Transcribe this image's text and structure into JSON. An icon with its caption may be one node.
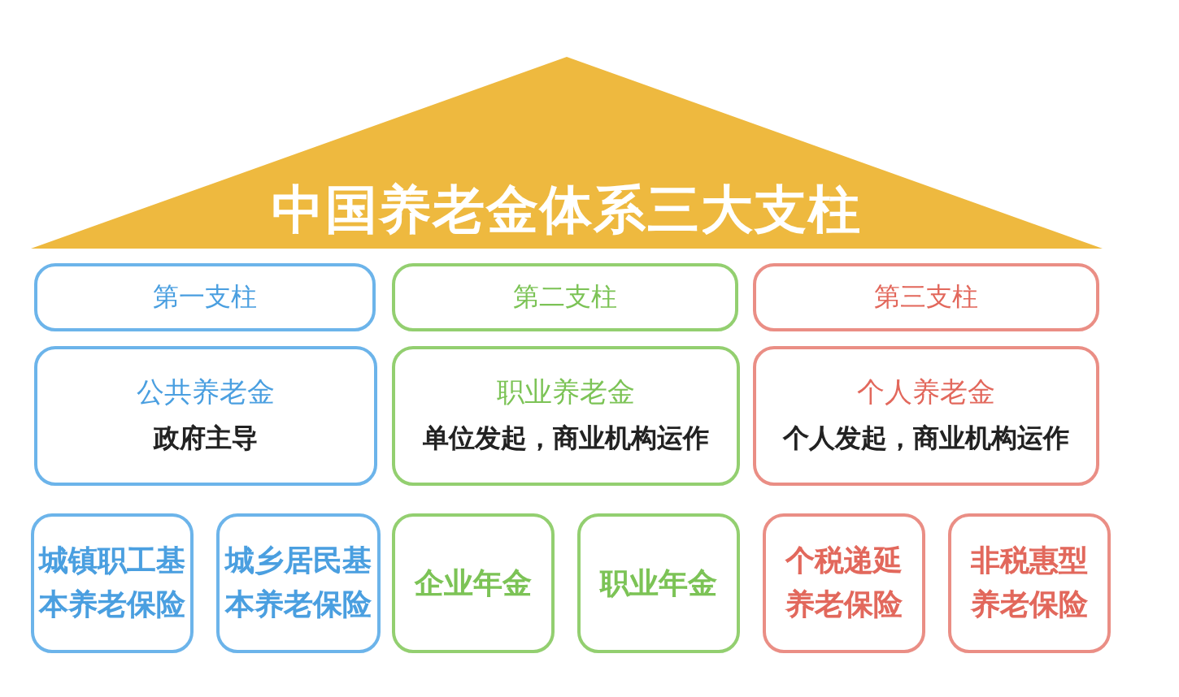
{
  "diagram": {
    "nodes": [
      {
        "text": [
          "中国养老金体系三大支柱"
        ]
      },
      {
        "text": [
          "第一支柱"
        ]
      },
      {
        "text": [
          "第二支柱"
        ]
      },
      {
        "text": [
          "第三支柱"
        ]
      },
      {
        "text": [
          "公共养老金",
          "政府主导"
        ]
      },
      {
        "text": [
          "职业养老金",
          "单位发起，商业机构运作"
        ]
      },
      {
        "text": [
          "个人养老金",
          "个人发起，商业机构运作"
        ]
      },
      {
        "text": [
          "城镇职工基本养老保险"
        ]
      },
      {
        "text": [
          "城乡居民基本养老保险"
        ]
      },
      {
        "text": [
          "企业年金"
        ]
      },
      {
        "text": [
          "职业年金"
        ]
      },
      {
        "text": [
          "个税递延养老保险"
        ]
      },
      {
        "text": [
          "非税惠型养老保险"
        ]
      }
    ]
  }
}
